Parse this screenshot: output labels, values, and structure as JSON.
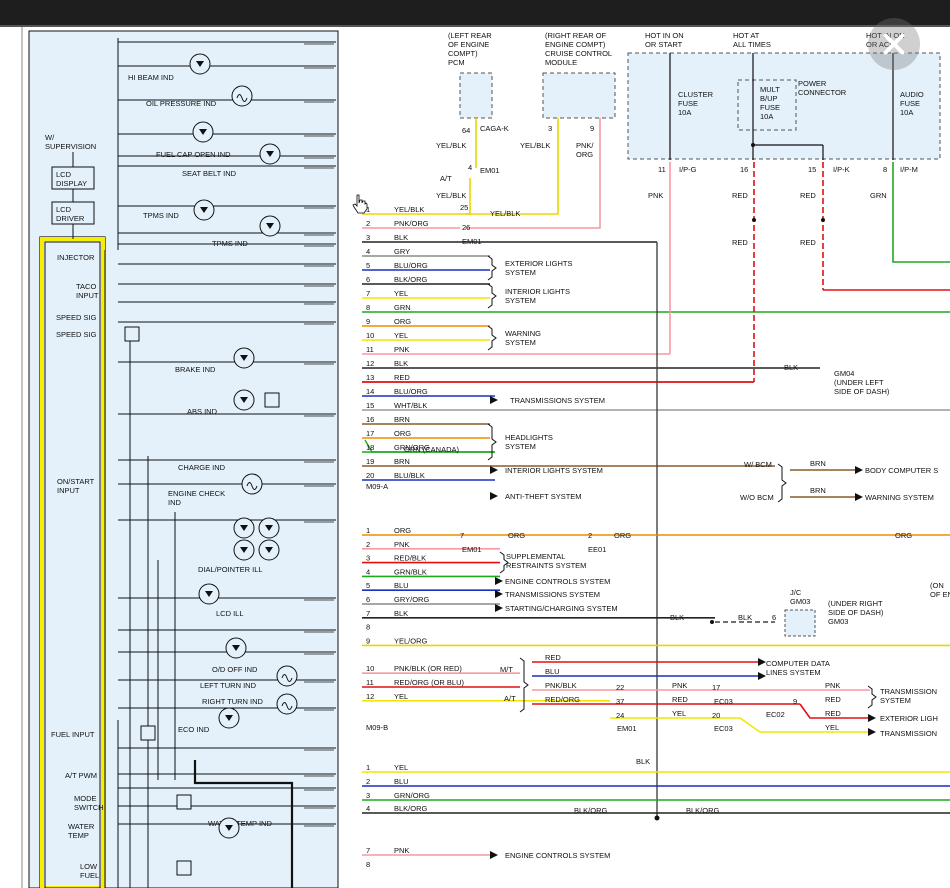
{
  "cluster": {
    "supervision": "W/\nSUPERVISION",
    "lcd_display": "LCD\nDISPLAY",
    "lcd_driver": "LCD\nDRIVER",
    "inputs": [
      "INJECTOR",
      "TACO\nINPUT",
      "SPEED SIG",
      "SPEED SIG",
      "ON/START\nINPUT",
      "FUEL INPUT",
      "A/T PWM",
      "MODE\nSWITCH",
      "WATER\nTEMP",
      "LOW\nFUEL"
    ],
    "indicators": [
      "HI BEAM IND",
      "OIL PRESSURE IND",
      "FUEL CAP OPEN IND",
      "SEAT BELT IND",
      "TPMS IND",
      "TPMS IND",
      "BRAKE IND",
      "ABS IND",
      "CHARGE IND",
      "ENGINE CHECK\nIND",
      "DIAL/POINTER ILL",
      "LCD ILL",
      "O/D OFF IND",
      "LEFT TURN IND",
      "RIGHT TURN IND",
      "ECO IND",
      "WATER TEMP IND"
    ]
  },
  "connector_a": {
    "label": "M09-A",
    "pins": [
      {
        "n": "1",
        "wire": "YEL/BLK",
        "color": "#e6d800"
      },
      {
        "n": "2",
        "wire": "PNK/ORG",
        "color": "#f79aa0"
      },
      {
        "n": "3",
        "wire": "BLK",
        "color": "#222222"
      },
      {
        "n": "4",
        "wire": "GRY",
        "color": "#8a8a8a"
      },
      {
        "n": "5",
        "wire": "BLU/ORG",
        "color": "#1a2fbf"
      },
      {
        "n": "6",
        "wire": "BLK/ORG",
        "color": "#222222"
      },
      {
        "n": "7",
        "wire": "YEL",
        "color": "#f2e600"
      },
      {
        "n": "8",
        "wire": "GRN",
        "color": "#1fa81f"
      },
      {
        "n": "9",
        "wire": "ORG",
        "color": "#f28a00"
      },
      {
        "n": "10",
        "wire": "YEL",
        "color": "#f2e600"
      },
      {
        "n": "11",
        "wire": "PNK",
        "color": "#f79aa0"
      },
      {
        "n": "12",
        "wire": "BLK",
        "color": "#222222"
      },
      {
        "n": "13",
        "wire": "RED",
        "color": "#e01010"
      },
      {
        "n": "14",
        "wire": "BLU/ORG",
        "color": "#1a2fbf"
      },
      {
        "n": "15",
        "wire": "WHT/BLK",
        "color": "#999999"
      },
      {
        "n": "16",
        "wire": "BRN",
        "color": "#8b5a2b"
      },
      {
        "n": "17",
        "wire": "ORG",
        "color": "#f28a00"
      },
      {
        "n": "18",
        "wire": "GRN/ORG",
        "color": "#1fa81f"
      },
      {
        "n": "19",
        "wire": "BRN",
        "color": "#8b5a2b"
      },
      {
        "n": "20",
        "wire": "BLU/BLK",
        "color": "#1a2fbf"
      }
    ],
    "alt_18": "GRN   (CANADA)"
  },
  "connector_b": {
    "label": "M09-B",
    "pins": [
      {
        "n": "1",
        "wire": "ORG",
        "color": "#f28a00"
      },
      {
        "n": "2",
        "wire": "PNK",
        "color": "#f79aa0"
      },
      {
        "n": "3",
        "wire": "RED/BLK",
        "color": "#e01010"
      },
      {
        "n": "4",
        "wire": "GRN/BLK",
        "color": "#1fa81f"
      },
      {
        "n": "5",
        "wire": "BLU",
        "color": "#1a2fbf"
      },
      {
        "n": "6",
        "wire": "GRY/ORG",
        "color": "#8a8a8a"
      },
      {
        "n": "7",
        "wire": "BLK",
        "color": "#222222"
      },
      {
        "n": "8",
        "wire": "",
        "color": "#ffffff"
      },
      {
        "n": "9",
        "wire": "YEL/ORG",
        "color": "#e6d800"
      },
      {
        "n": "10",
        "wire": "PNK/BLK (OR RED)",
        "color": "#f79aa0"
      },
      {
        "n": "11",
        "wire": "RED/ORG (OR BLU)",
        "color": "#e01010"
      },
      {
        "n": "12",
        "wire": "YEL",
        "color": "#f2e600"
      }
    ]
  },
  "connector_c": {
    "pins": [
      {
        "n": "1",
        "wire": "YEL",
        "color": "#f2e600"
      },
      {
        "n": "2",
        "wire": "BLU",
        "color": "#1a2fbf"
      },
      {
        "n": "3",
        "wire": "GRN/ORG",
        "color": "#1fa81f"
      },
      {
        "n": "4",
        "wire": "BLK/ORG",
        "color": "#222222"
      },
      {
        "n": "7",
        "wire": "PNK",
        "color": "#f79aa0"
      },
      {
        "n": "8",
        "wire": "",
        "color": "#ffffff"
      }
    ],
    "blk_org_2": "BLK/ORG",
    "blk_org_3": "BLK/ORG",
    "blk_vert": "BLK",
    "engine_controls": "ENGINE CONTROLS SYSTEM"
  },
  "systems": {
    "exterior_lights": "EXTERIOR LIGHTS\nSYSTEM",
    "interior_lights": "INTERIOR LIGHTS\nSYSTEM",
    "warning": "WARNING\nSYSTEM",
    "transmissions": "TRANSMISSIONS SYSTEM",
    "headlights": "HEADLIGHTS\nSYSTEM",
    "interior_lights_2": "INTERIOR LIGHTS SYSTEM",
    "anti_theft": "ANTI-THEFT SYSTEM",
    "body_computer": "BODY COMPUTER S",
    "warning_system": "WARNING SYSTEM",
    "supplemental": "SUPPLEMENTAL\nRESTRAINTS SYSTEM",
    "engine_controls": "ENGINE CONTROLS SYSTEM",
    "transmissions_2": "TRANSMISSIONS SYSTEM",
    "starting": "STARTING/CHARGING SYSTEM",
    "computer_data": "COMPUTER DATA\nLINES SYSTEM",
    "transmission_r": "TRANSMISSION\nSYSTEM",
    "exterior_light_r": "EXTERIOR LIGH",
    "transmission_r2": "TRANSMISSION"
  },
  "components": {
    "pcm": "(LEFT REAR\nOF ENGINE\nCOMPT)\nPCM",
    "cruise": "(RIGHT REAR OF\nENGINE COMPT)\nCRUISE CONTROL\nMODULE",
    "hot_run": "HOT IN ON\nOR START",
    "hot_all": "HOT AT\nALL TIMES",
    "hot_acc": "HOT IN ON\nOR ACC",
    "cluster_fuse": "CLUSTER\nFUSE\n10A",
    "mult_fuse": "MULT\nB/UP\nFUSE\n10A",
    "power_connector": "POWER\nCONNECTOR",
    "audio_fuse": "AUDIO\nFUSE\n10A",
    "gm04": "GM04\n(UNDER LEFT\nSIDE OF DASH)",
    "gm03": "(UNDER RIGHT\nSIDE OF DASH)\nGM03",
    "jc": "J/C\nGM03",
    "w_bcm": "W/ BCM",
    "wo_bcm": "W/O BCM",
    "mt": "M/T",
    "at": "A/T",
    "at_left": "A/T"
  },
  "top_labels": {
    "caga": "CAGA-K",
    "pcm_pin_64": "64",
    "cr_3": "3",
    "cr_9": "9",
    "yel_blk_1": "YEL/BLK",
    "yel_blk_2": "YEL/BLK",
    "yel_blk_3": "YEL/BLK",
    "pnk_org_top": "PNK/\nORG",
    "em01_a": "EM01",
    "em01_b": "EM01",
    "em01_c": "EM01",
    "ee01": "EE01",
    "ec03_a": "EC03",
    "ec03_b": "EC03",
    "ec02": "EC02",
    "ipg": "I/P-G",
    "ipk": "I/P-K",
    "ipm": "I/P-M",
    "p11": "11",
    "p16": "16",
    "p15": "15",
    "p8": "8",
    "pnk": "PNK",
    "red1": "RED",
    "red2": "RED",
    "red3": "RED",
    "red4": "RED",
    "grn": "GRN",
    "blk_gm04": "BLK",
    "pin4": "4",
    "pin25": "25",
    "pin26": "26",
    "pin7": "7",
    "pin2": "2",
    "pin6": "6",
    "mt_red": "RED",
    "mt_blu": "BLU",
    "at_pnkblk": "PNK/BLK",
    "at_redorg": "RED/ORG",
    "pin22": "22",
    "pin37": "37",
    "pin24": "24",
    "pin17": "17",
    "pin20": "20",
    "pin9": "9",
    "pnk2": "PNK",
    "red5": "RED",
    "yel2": "YEL",
    "pnk3": "PNK",
    "red6": "RED",
    "red7": "RED",
    "yel3": "YEL",
    "org_b1": "ORG",
    "org_b2": "ORG",
    "org_b3": "ORG",
    "blk_b1": "BLK",
    "blk_b2": "BLK",
    "brn1": "BRN",
    "brn2": "BRN",
    "m09a_bottom": "M09-A",
    "m09b_bottom": "M09-B",
    "on_e": "(ON\nOF EN"
  },
  "ui": {
    "close_label": "Close"
  }
}
